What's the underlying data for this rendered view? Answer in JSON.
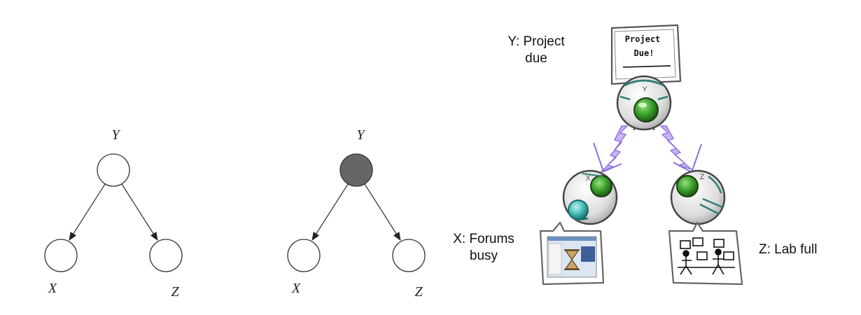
{
  "left_diagram": {
    "top_node": "Y",
    "bottom_left_node": "X",
    "bottom_right_node": "Z",
    "top_observed": false
  },
  "middle_diagram": {
    "top_node": "Y",
    "bottom_left_node": "X",
    "bottom_right_node": "Z",
    "top_observed": true,
    "observed_fill": "#666666"
  },
  "illustration": {
    "y_caption": "Y: Project\ndue",
    "x_caption": "X: Forums\nbusy",
    "z_caption": "Z: Lab full",
    "note_line1": "Project",
    "note_line2": "Due!",
    "robot_letter_top": "Y",
    "robot_letter_left": "X",
    "robot_letter_right": "Z",
    "accent_green": "#3aa02a",
    "accent_teal": "#3fb8b0",
    "bolt_color": "#b49cf0"
  }
}
